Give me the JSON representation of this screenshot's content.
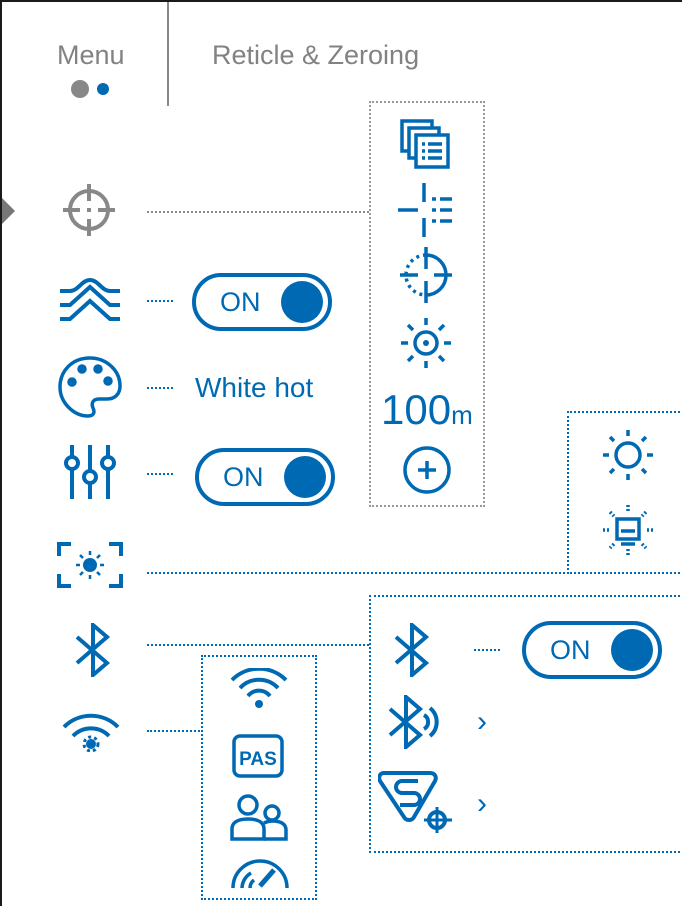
{
  "header": {
    "menu_label": "Menu",
    "title": "Reticle & Zeroing"
  },
  "main": {
    "palette_value": "White hot",
    "toggle_on_label": "ON",
    "zeroing_distance": "100",
    "zeroing_unit": "m"
  },
  "colors": {
    "accent": "#0069b4",
    "inactive": "#828282"
  }
}
